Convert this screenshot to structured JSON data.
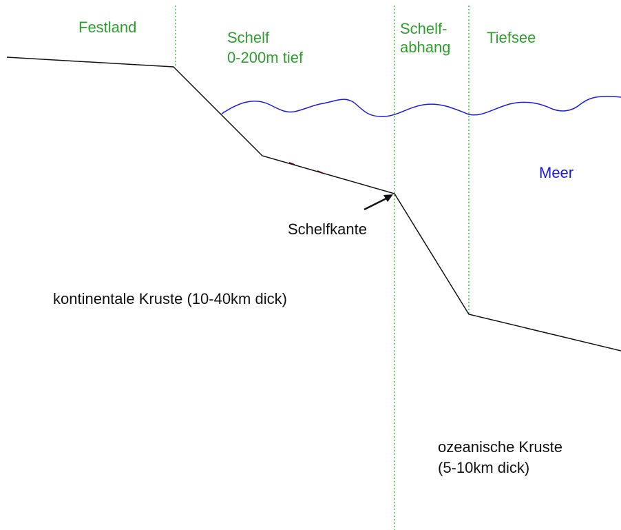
{
  "colors": {
    "zone_labels": "#2e9e2e",
    "zone_dividers": "#33cc33",
    "sea": "#1a1ae0",
    "profile": "#111111",
    "text": "#111111",
    "background": "#ffffff"
  },
  "zones": {
    "festland": "Festland",
    "schelf_line1": "Schelf",
    "schelf_line2": "0-200m tief",
    "schelfabhang_line1": "Schelf-",
    "schelfabhang_line2": "abhang",
    "tiefsee": "Tiefsee"
  },
  "sea_label": "Meer",
  "shelf_edge_label": "Schelfkante",
  "continental_crust_label": "kontinentale Kruste (10-40km dick)",
  "oceanic_crust_line1": "ozeanische Kruste",
  "oceanic_crust_line2": "(5-10km dick)"
}
